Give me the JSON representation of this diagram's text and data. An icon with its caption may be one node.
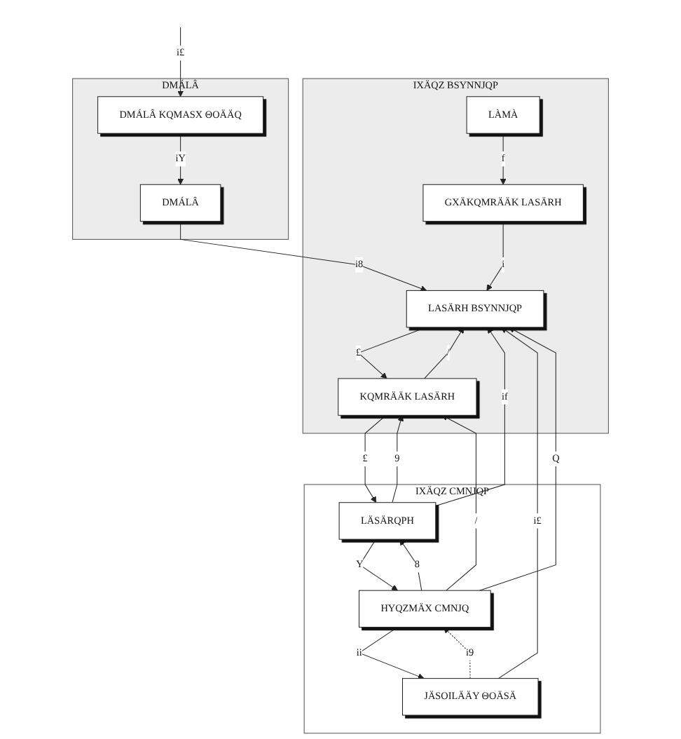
{
  "diagram": {
    "nodes": [
      {
        "text": [
          "IXÄQZ BSYNNJQP"
        ]
      },
      {
        "text": [
          "LÀMÀ"
        ],
        "in": 0
      },
      {
        "text": [
          "GXÄKQMRÄÄK LASÄRH"
        ],
        "in": 0
      },
      {
        "text": [
          "LASÄRH BSYNNJQP"
        ],
        "in": 0
      },
      {
        "text": [
          "KQMRÄÄK LASÄRH"
        ],
        "in": 0
      },
      {
        "text": [
          "DMÁLÂ"
        ]
      },
      {
        "text": [
          "DMÁLÂ KQMASX ΘOÄÄQ"
        ],
        "in": 5
      },
      {
        "text": [
          "DMÁLÂ"
        ],
        "in": 5
      },
      {
        "text": [
          "IXÄQZ CMNJQP"
        ]
      },
      {
        "text": [
          "LÄSÄRQPH"
        ],
        "in": 8
      },
      {
        "text": [
          "HYQZMÄX CMNJQ"
        ],
        "in": 8
      },
      {
        "text": [
          "JÄSOILÄÄY ΘOÄSÄ"
        ],
        "in": 8
      }
    ],
    "edges": [
      {
        "from": 1,
        "to": 2,
        "arrow": "to",
        "label": "f"
      },
      {
        "from": 2,
        "to": 3,
        "arrow": "to",
        "label": "i"
      },
      {
        "from": 3,
        "to": 4,
        "arrow": "to",
        "label": "£"
      },
      {
        "from": 4,
        "to": 3,
        "arrow": "to",
        "label": "/"
      },
      {
        "from": null,
        "to": 6,
        "arrow": "to",
        "label": "i£"
      },
      {
        "from": 6,
        "to": 7,
        "arrow": "to",
        "label": "iY"
      },
      {
        "from": 7,
        "to": 3,
        "arrow": "to",
        "label": "i8"
      },
      {
        "from": 4,
        "to": 9,
        "arrow": "to",
        "label": "£"
      },
      {
        "from": 9,
        "to": 4,
        "arrow": "to",
        "label": "9"
      },
      {
        "from": 9,
        "to": 3,
        "arrow": "to",
        "label": "if"
      },
      {
        "from": 11,
        "to": 3,
        "arrow": "to",
        "label": "i£"
      },
      {
        "from": 9,
        "to": 10,
        "arrow": "to",
        "label": "Y"
      },
      {
        "from": 10,
        "to": 9,
        "arrow": "to",
        "label": "8"
      },
      {
        "from": 10,
        "to": 11,
        "arrow": "to",
        "label": "ii"
      },
      {
        "from": 11,
        "to": 10,
        "arrow": "to",
        "label": "i9",
        "style": "dashed"
      },
      {
        "from": 10,
        "to": 3,
        "arrow": "to",
        "label": "Q"
      },
      {
        "from": 10,
        "to": 4,
        "arrow": "to",
        "label": "/"
      }
    ]
  }
}
